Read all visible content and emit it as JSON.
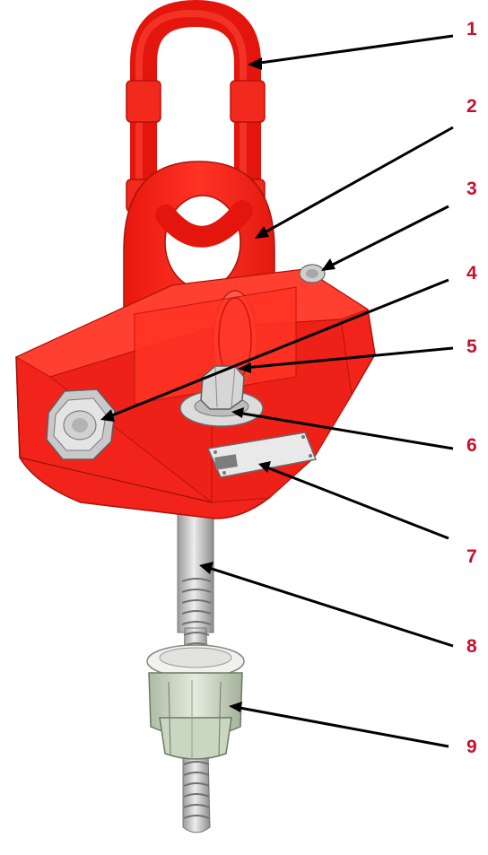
{
  "colors": {
    "part_red": "#ff2a1f",
    "part_red_dark": "#d41910",
    "callout_red": "#c8102e",
    "leader_line": "#000000",
    "steel_light": "#e6e6e6",
    "steel_mid": "#b4b4b4",
    "steel_dark": "#8a8a8a",
    "sleeve_green": "#d6e2cf"
  },
  "callouts": [
    {
      "number": "1",
      "part": "lifting-ring"
    },
    {
      "number": "2",
      "part": "swivel-eye"
    },
    {
      "number": "3",
      "part": "bolt-end"
    },
    {
      "number": "4",
      "part": "hex-nut"
    },
    {
      "number": "5",
      "part": "anchor-nut"
    },
    {
      "number": "6",
      "part": "washer"
    },
    {
      "number": "7",
      "part": "id-plate"
    },
    {
      "number": "8",
      "part": "threaded-rod"
    },
    {
      "number": "9",
      "part": "anchor-sleeve"
    }
  ]
}
